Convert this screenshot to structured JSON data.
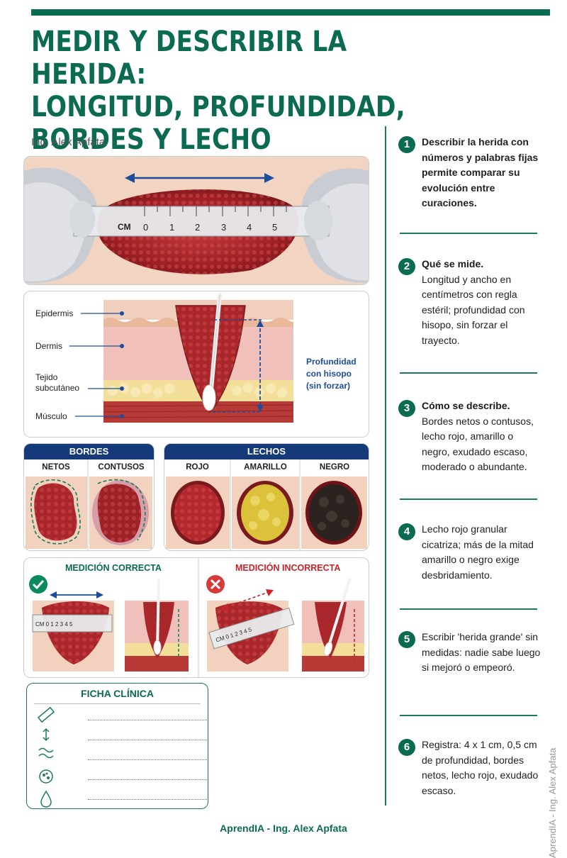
{
  "title": [
    "MEDIR Y DESCRIBIR LA HERIDA:",
    "LONGITUD, PROFUNDIDAD,",
    "BORDES Y LECHO"
  ],
  "author": "Ing. Alex Apfata",
  "ruler": {
    "unit": "CM",
    "ticks": [
      "0",
      "1",
      "2",
      "3",
      "4",
      "5"
    ]
  },
  "layers": {
    "epidermis": "Epidermis",
    "dermis": "Dermis",
    "subcutaneo_1": "Tejido",
    "subcutaneo_2": "subcutáneo",
    "musculo": "Músculo",
    "depth_1": "Profundidad",
    "depth_2": "con hisopo",
    "depth_3": "(sin forzar)"
  },
  "bordes": {
    "title": "BORDES",
    "netos": "NETOS",
    "contusos": "CONTUSOS"
  },
  "lechos": {
    "title": "LECHOS",
    "rojo": "ROJO",
    "amarillo": "AMARILLO",
    "negro": "NEGRO"
  },
  "medicion": {
    "correcta": "MEDICIÓN CORRECTA",
    "incorrecta": "MEDICIÓN INCORRECTA"
  },
  "ficha": {
    "title": "FICHA CLÍNICA"
  },
  "steps": [
    {
      "num": "1",
      "head": "",
      "text": "Describir la herida con números y palabras fijas permite comparar su evolución entre curaciones."
    },
    {
      "num": "2",
      "head": "Qué se mide.",
      "text": "Longitud y ancho en centímetros con regla estéril; profundidad con hisopo, sin forzar el trayecto."
    },
    {
      "num": "3",
      "head": "Cómo se describe.",
      "text": "Bordes netos o contusos, lecho rojo, amarillo o negro, exudado escaso, moderado o abundante."
    },
    {
      "num": "4",
      "head": "",
      "text": "Lecho rojo granular cicatriza; más de la mitad amarillo o negro exige desbridamiento."
    },
    {
      "num": "5",
      "head": "",
      "text": "Escribir 'herida grande' sin medidas: nadie sabe luego si mejoró o empeoró."
    },
    {
      "num": "6",
      "head": "",
      "text": "Registra: 4 x 1 cm, 0,5 cm de profundidad, bordes netos, lecho rojo, exudado escaso."
    }
  ],
  "footer": "AprendIA - Ing. Alex Apfata",
  "vertical": "AprendIA - Ing. Alex Apfata",
  "colors": {
    "brand": "#0b6b52",
    "navy": "#16397a",
    "wound": "#a8262b",
    "incorrect": "#c8242b"
  }
}
